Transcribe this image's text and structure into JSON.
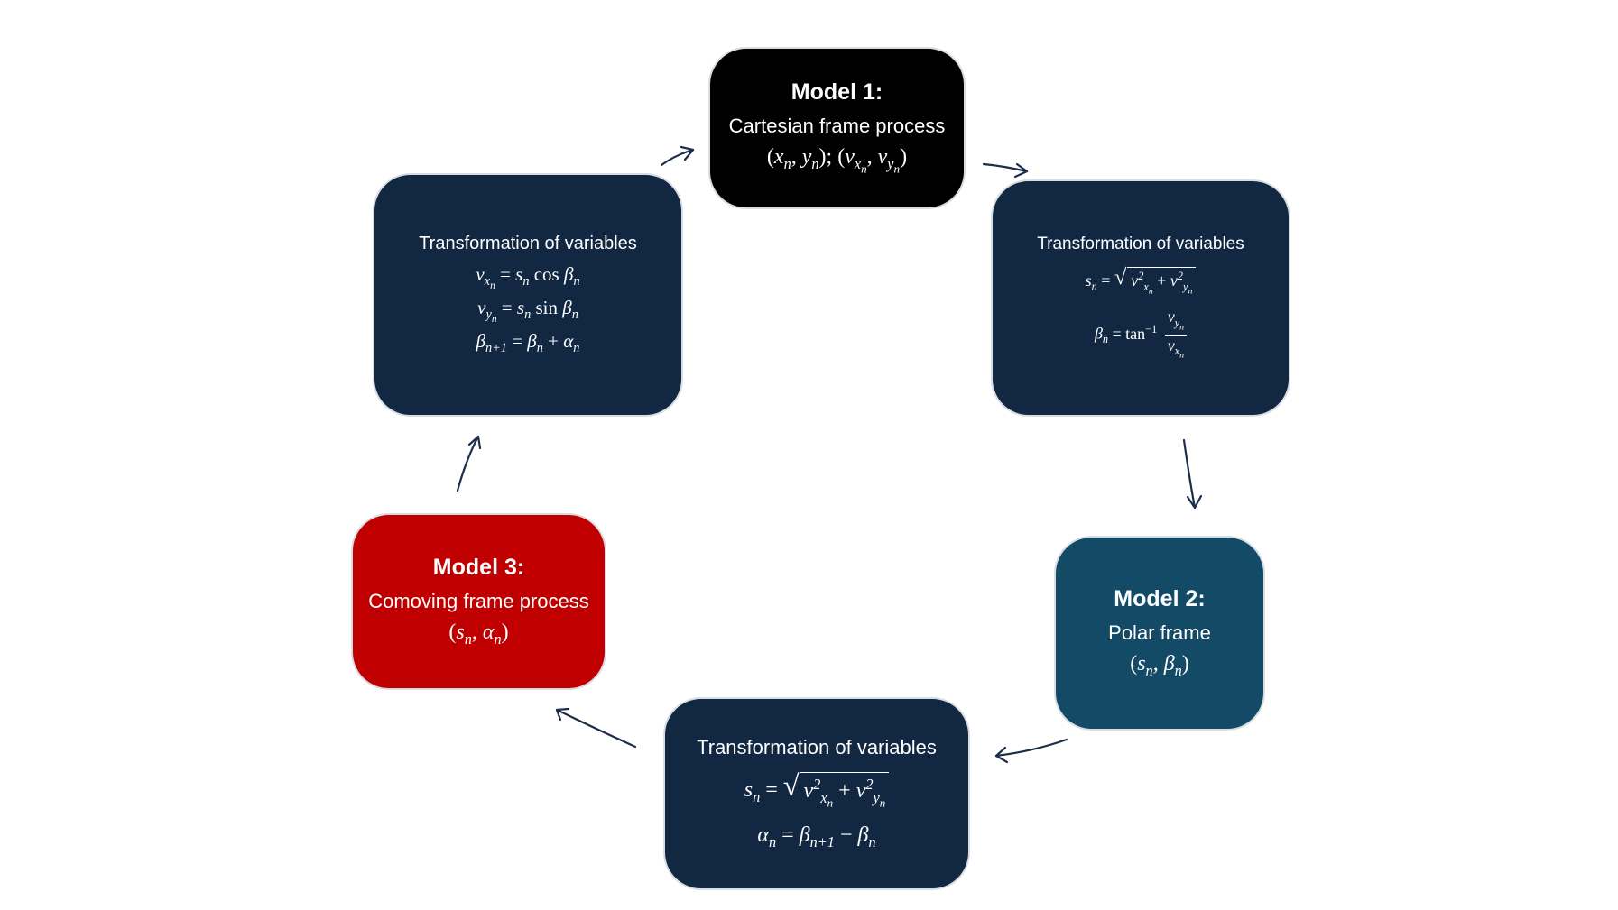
{
  "colors": {
    "model1_bg": "#000000",
    "transform_bg": "#112742",
    "model2_bg": "#134a66",
    "model3_bg": "#c00000",
    "arrow": "#1c2e4a"
  },
  "model1": {
    "title": "Model 1:",
    "subtitle": "Cartesian frame process"
  },
  "transform_right": {
    "heading": "Transformation of variables"
  },
  "model2": {
    "title": "Model 2:",
    "subtitle": "Polar frame"
  },
  "transform_bottom": {
    "heading": "Transformation of variables"
  },
  "model3": {
    "title": "Model 3:",
    "subtitle": "Comoving frame process"
  },
  "transform_left": {
    "heading": "Transformation of variables"
  }
}
